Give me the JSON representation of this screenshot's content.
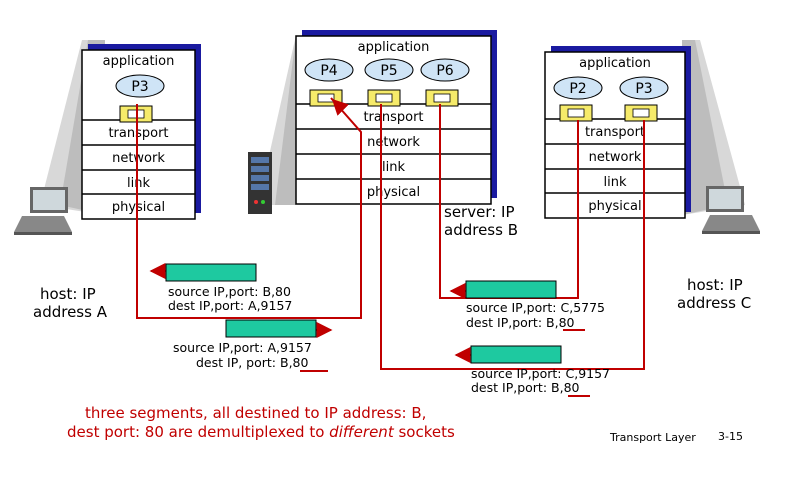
{
  "stacks": {
    "host_a": {
      "layers": [
        "application",
        "transport",
        "network",
        "link",
        "physical"
      ],
      "processes": [
        "P3"
      ]
    },
    "server_b": {
      "layers": [
        "application",
        "transport",
        "network",
        "link",
        "physical"
      ],
      "processes": [
        "P4",
        "P5",
        "P6"
      ]
    },
    "host_c": {
      "layers": [
        "application",
        "transport",
        "network",
        "link",
        "physical"
      ],
      "processes": [
        "P2",
        "P3"
      ]
    }
  },
  "labels": {
    "host_a": [
      "host: IP",
      "address A"
    ],
    "server_b": [
      "server: IP",
      "address B"
    ],
    "host_c": [
      "host: IP",
      "address C"
    ]
  },
  "segments": [
    {
      "line1": "source IP,port: B,80",
      "line2": "dest IP,port: A,9157"
    },
    {
      "line1": "source IP,port: A,9157",
      "line2": "dest IP, port: B,80"
    },
    {
      "line1": "source IP,port: C,5775",
      "line2": "dest IP,port: B,80"
    },
    {
      "line1": "source IP,port: C,9157",
      "line2": "dest IP,port: B,80"
    }
  ],
  "caption": {
    "line1": "three segments, all destined to IP address: B,",
    "line2_pre": "dest port: 80 are demultiplexed to ",
    "line2_em": "different",
    "line2_post": " sockets"
  },
  "footer": {
    "section": "Transport Layer",
    "page": "3-15"
  },
  "colors": {
    "shadow": "#1a1aa0",
    "process_fill": "#cfe4f6",
    "socket_fill": "#f6eb6a",
    "segment_fill": "#1ec9a0",
    "path_red": "#c00000",
    "caption_red": "#c00000"
  }
}
